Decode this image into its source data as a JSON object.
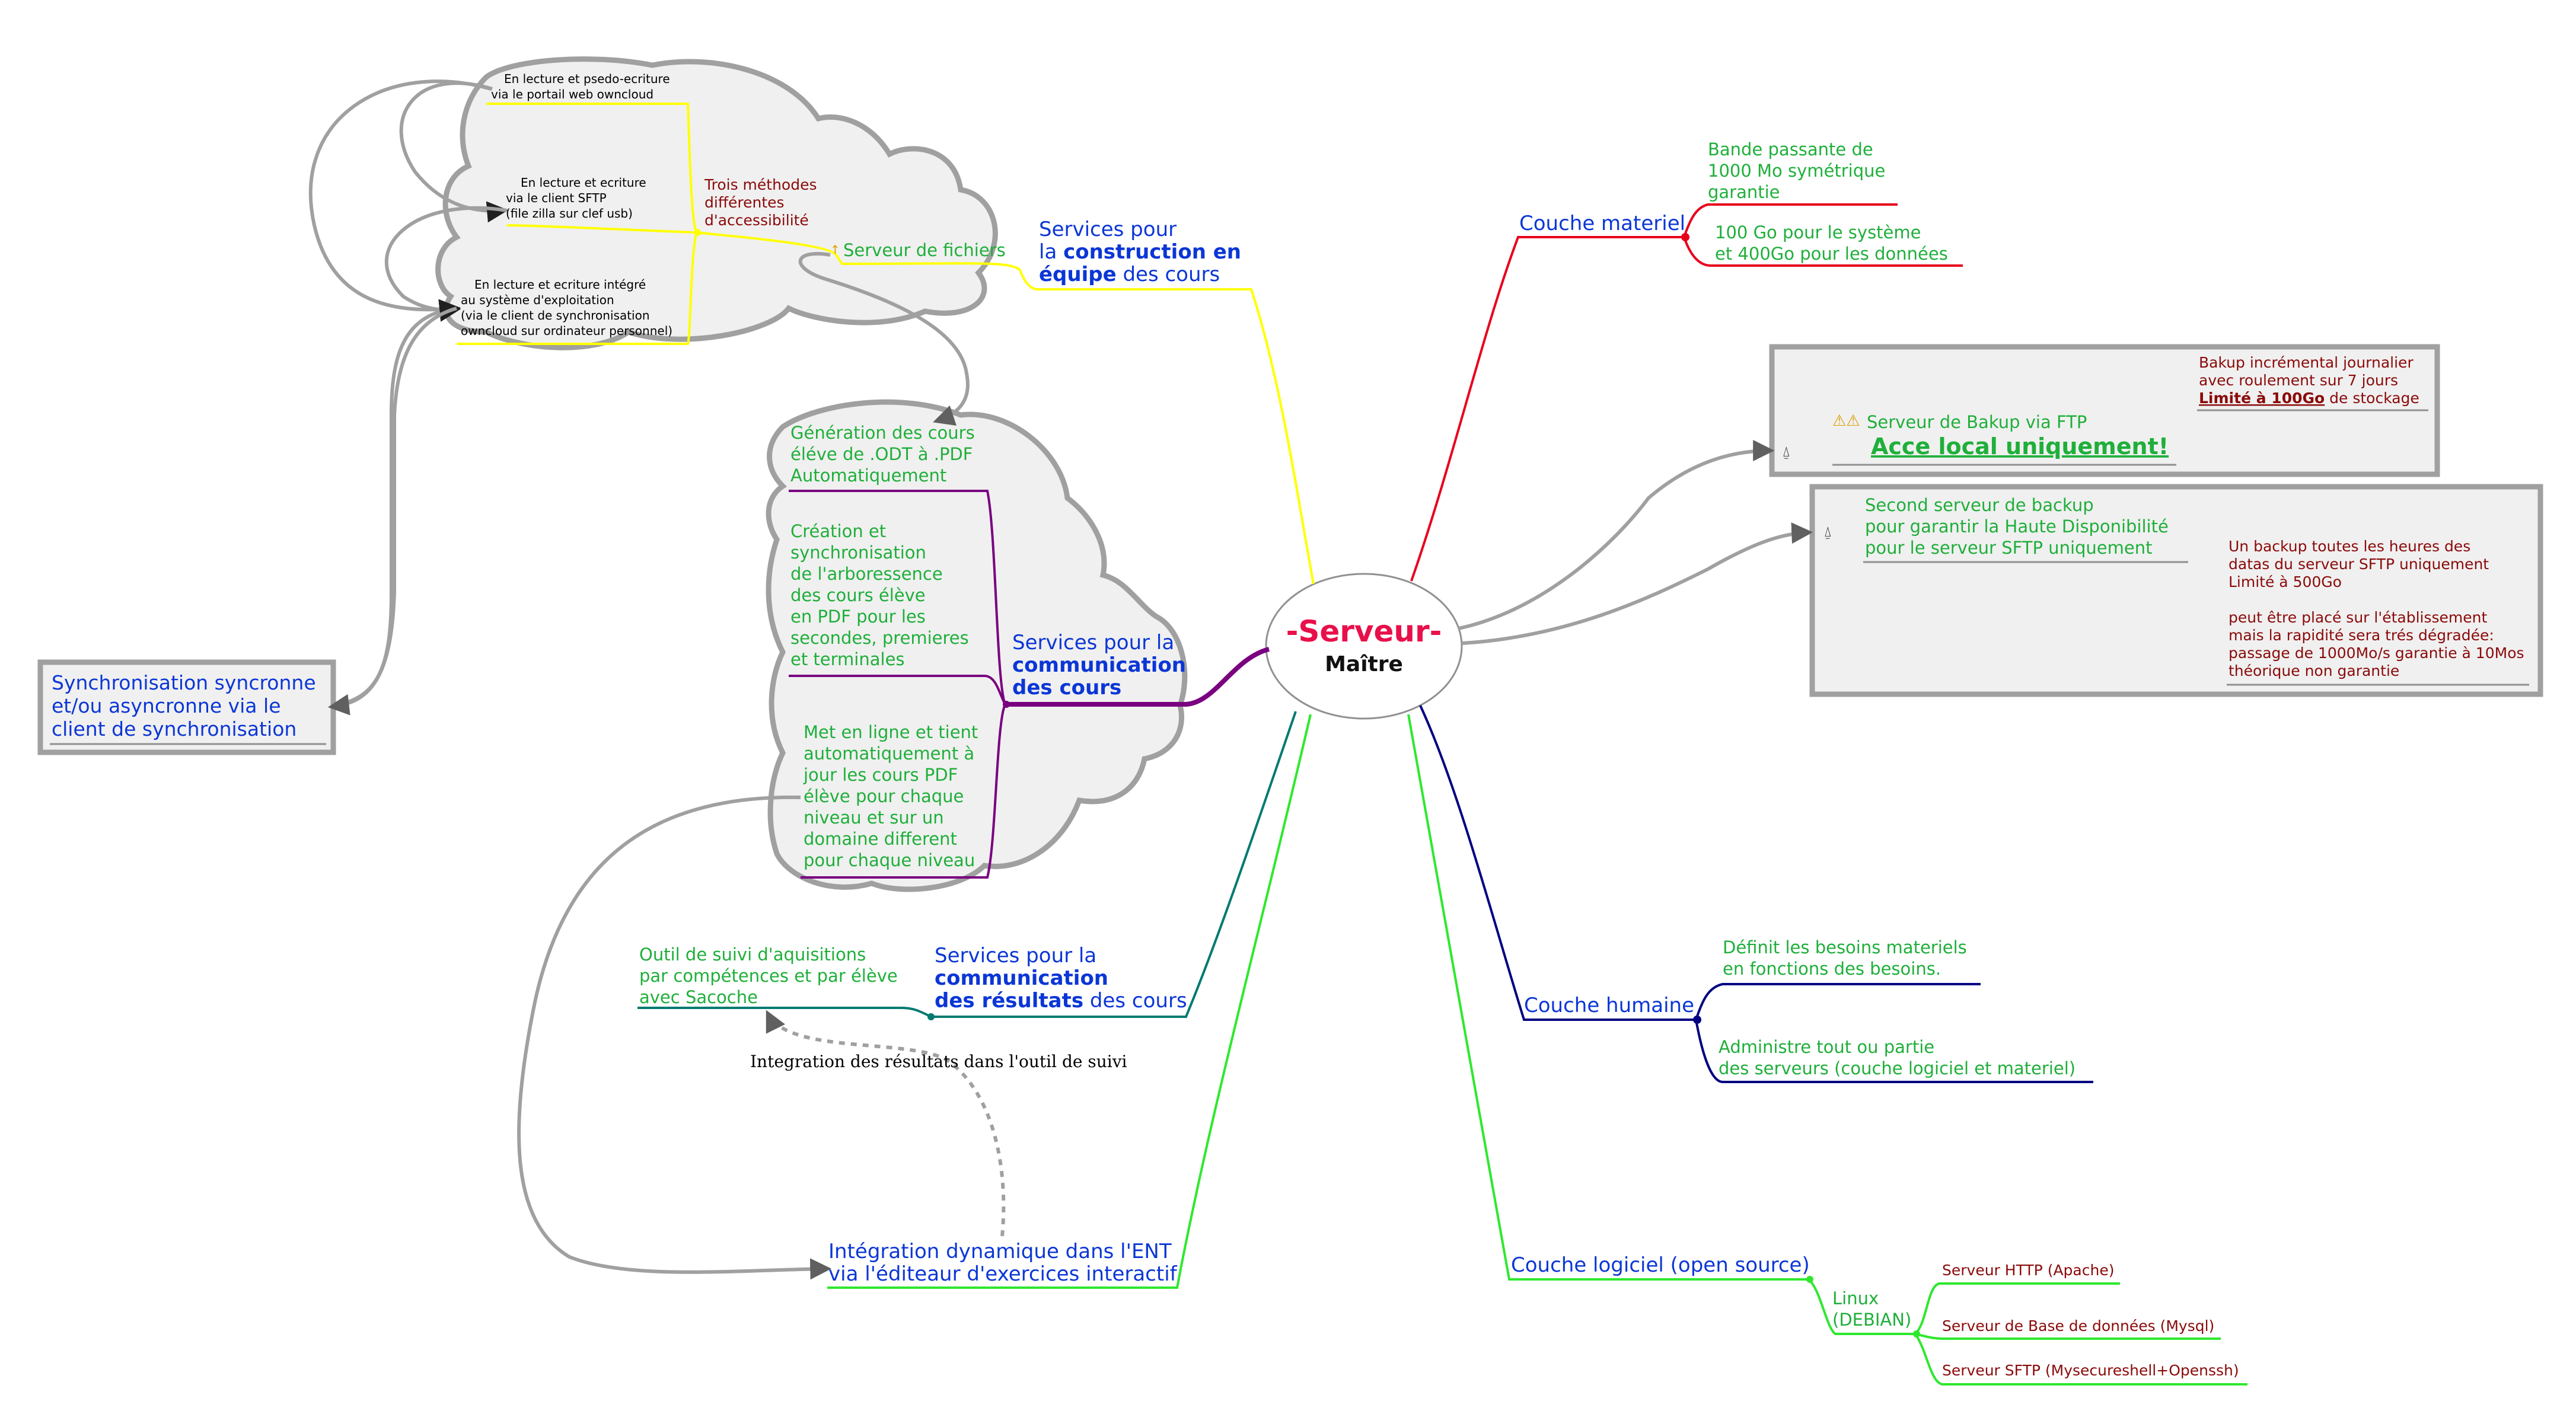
{
  "center": {
    "title": "-Serveur-",
    "subtitle": "Maître"
  },
  "colors": {
    "red": "#e8001c",
    "blue": "#0b36d6",
    "green": "#1faf3a",
    "darkred": "#8b0a0a",
    "yellow": "#ffff00",
    "purple": "#7a0080",
    "teal": "#007a70",
    "navy": "#000080",
    "lime": "#2ee82e",
    "gray": "#a0a0a0"
  },
  "branches": {
    "materiel": {
      "label": "Couche materiel",
      "children": [
        [
          "Bande passante de",
          "1000 Mo symétrique",
          "garantie"
        ],
        [
          "100 Go pour le système",
          "et 400Go pour les données"
        ]
      ]
    },
    "backup": {
      "label": "Serveur de Bakup via FTP",
      "emphasis": "Acce local uniquement!",
      "note_lines": [
        "Bakup incrémental journalier",
        "avec roulement sur 7 jours"
      ],
      "note_bold": "Limité à 100Go",
      "note_tail": " de stockage"
    },
    "second_backup": {
      "lines": [
        "Second serveur de backup",
        "pour garantir la Haute Disponibilité",
        "pour le serveur SFTP uniquement"
      ],
      "note_lines": [
        " Un backup toutes les heures des",
        "datas du serveur SFTP uniquement",
        "Limité à 500Go",
        "",
        "peut être placé sur l'établissement",
        "mais la rapidité sera trés dégradée:",
        "passage de 1000Mo/s garantie à 10Mos",
        "théorique non garantie"
      ]
    },
    "humaine": {
      "label": "Couche humaine",
      "children": [
        [
          "Définit les besoins materiels",
          "en fonctions des besoins."
        ],
        [
          "Administre tout ou partie",
          "des serveurs (couche logiciel et materiel)"
        ]
      ]
    },
    "logiciel": {
      "label": "Couche logiciel (open source)",
      "linux": [
        "Linux",
        "(DEBIAN)"
      ],
      "children": [
        "Serveur HTTP (Apache)",
        "Serveur de Base de données (Mysql)",
        "Serveur SFTP (Mysecureshell+Openssh)"
      ]
    },
    "construction": {
      "line1": "Services pour",
      "line2_a": "la ",
      "line2_b": "construction en",
      "line3_a": "équipe",
      "line3_b": " des cours",
      "fichiers": "Serveur de fichiers",
      "trois": [
        "Trois méthodes",
        "différentes",
        "d'accessibilité"
      ],
      "methods": [
        [
          "En lecture et psedo-ecriture",
          "via le portail web owncloud"
        ],
        [
          "En lecture et ecriture",
          "via le client SFTP",
          "(file zilla sur clef usb)"
        ],
        [
          "En lecture et ecriture intégré",
          "au système d'exploitation",
          "(via le client de synchronisation",
          "owncloud sur ordinateur personnel)"
        ]
      ]
    },
    "sync": {
      "lines": [
        "Synchronisation syncronne",
        " et/ou asyncronne via le",
        "client de synchronisation"
      ]
    },
    "communication_cours": {
      "line1": "Services pour la",
      "line2": "communication",
      "line3": "des cours",
      "children": [
        [
          "Génération des cours",
          "éléve de .ODT à .PDF",
          "Automatiquement"
        ],
        [
          "Création et",
          "synchronisation",
          "de l'arboressence",
          "des cours élève",
          "en PDF pour les",
          "secondes, premieres",
          "et terminales"
        ],
        [
          "Met en ligne et tient",
          "automatiquement à",
          "jour les cours PDF",
          "élève pour chaque",
          "niveau et sur un",
          "domaine different",
          "pour chaque niveau"
        ]
      ]
    },
    "communication_resultats": {
      "line1": "Services pour la",
      "line2": "communication",
      "line3_a": "des résultats",
      "line3_b": " des cours",
      "child": [
        "Outil de suivi d'aquisitions",
        "par compétences et par élève",
        "avec Sacoche"
      ],
      "integration_note": "Integration des résultats dans l'outil de suivi"
    },
    "ent": {
      "lines": [
        "Intégration dynamique dans l'ENT",
        "via l'éditeaur d'exercices interactif"
      ]
    }
  }
}
